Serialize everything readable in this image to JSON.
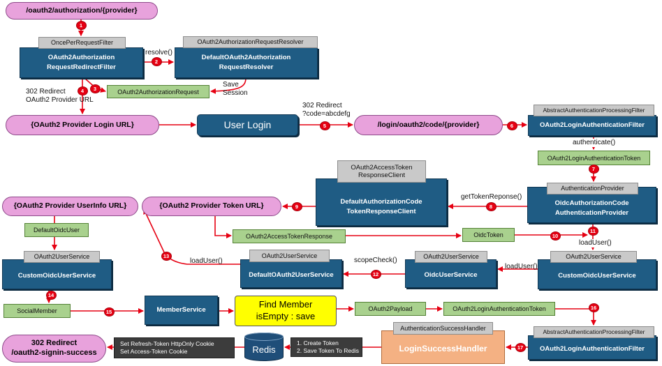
{
  "steps": [
    "1",
    "2",
    "3",
    "4",
    "5",
    "6",
    "7",
    "8",
    "9",
    "10",
    "11",
    "12",
    "13",
    "14",
    "15",
    "16",
    "17"
  ],
  "nodes": {
    "authorization_url": "/oauth2/authorization/{provider}",
    "redirect_filter_type": "OncePerRequestFilter",
    "redirect_filter": "OAuth2Authorization\nRequestRedirectFilter",
    "request_resolver_type": "OAuth2AuthorizationRequestResolver",
    "request_resolver": "DefaultOAuth2Authorization\nRequestResolver",
    "authorization_request": "OAuth2AuthorizationRequest",
    "provider_login_url": "{OAuth2 Provider Login URL}",
    "user_login": "User Login",
    "login_code_url": "/login/oauth2/code/{provider}",
    "login_filter_type": "AbstractAuthenticationProcessingFilter",
    "login_filter": "OAuth2LoginAuthenticationFilter",
    "login_auth_token": "OAuth2LoginAuthenticationToken",
    "auth_provider_type": "AuthenticationProvider",
    "auth_provider": "OidcAuthorizationCode\nAuthenticationProvider",
    "token_client_type": "OAuth2AccessToken\nResponseClient",
    "token_client": "DefaultAuthorizationCode\nTokenResponseClient",
    "provider_token_url": "{OAuth2 Provider Token URL}",
    "provider_userinfo_url": "{OAuth2 Provider UserInfo URL}",
    "access_token_response": "OAuth2AccessTokenResponse",
    "oidc_token": "OidcToken",
    "custom_oidc_service_right_type": "OAuth2UserService",
    "custom_oidc_service_right": "CustomOidcUserService",
    "oidc_user_service_type": "OAuth2UserService",
    "oidc_user_service": "OidcUserService",
    "default_user_service_type": "OAuth2UserService",
    "default_user_service": "DefaultOAuth2UserService",
    "default_oidc_user": "DefaultOidcUser",
    "custom_oidc_service_left_type": "OAuth2UserService",
    "custom_oidc_service_left": "CustomOidcUserService",
    "social_member": "SocialMember",
    "member_service": "MemberService",
    "find_member": "Find Member\nisEmpty : save",
    "oauth2_payload": "OAuth2Payload",
    "login_auth_token_bottom": "OAuth2LoginAuthenticationToken",
    "success_filter_type": "AbstractAuthenticationProcessingFilter",
    "success_filter": "OAuth2LoginAuthenticationFilter",
    "success_handler_type": "AuthenticationSuccessHandler",
    "success_handler": "LoginSuccessHandler",
    "token_note": "1. Create Token\n2. Save Token To Redis",
    "redis": "Redis",
    "cookie_note": "Set Refresh-Token HttpOnly Cookie\nSet Access-Token Cookie",
    "signin_success_redirect": "302 Redirect\n/oauth2-signin-success"
  },
  "labels": {
    "resolve": "resolve()",
    "redirect_provider": "302 Redirect\nOAuth2 Provider URL",
    "save_session": "Save\nSession",
    "redirect_code": "302 Redirect\n?code=abcdefg",
    "authenticate": "authenticate()",
    "get_token_response": "getTokenReponse()",
    "load_user_provider": "loadUser()",
    "load_user_oidc": "loadUser()",
    "scope_check": "scopeCheck()",
    "load_user_default": "loadUser()"
  },
  "colors": {
    "pill": "#e8a2dc",
    "box": "#1f5c84",
    "hdr": "#c9c9c9",
    "green": "#a9d18e",
    "note": "#3c3c3c",
    "arrow": "#e60012",
    "highlight": "#ffff00",
    "handler": "#f4b183",
    "redis": "#1f4e79"
  }
}
